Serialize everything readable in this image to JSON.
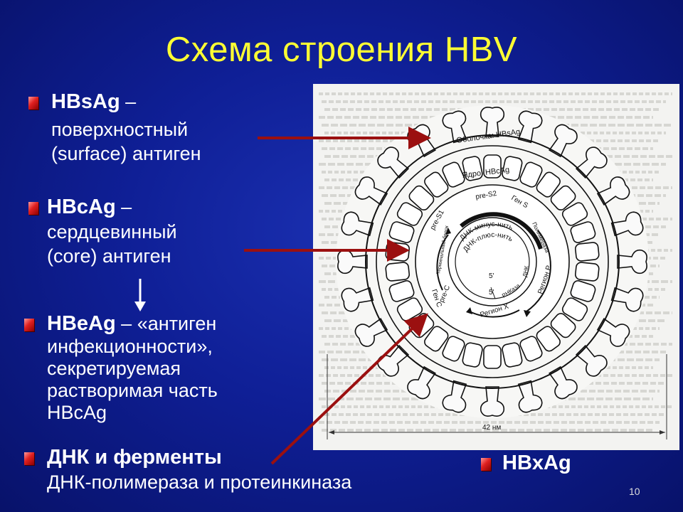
{
  "title": "Схема строения HBV",
  "items": [
    {
      "heading": "HBsAg",
      "text": " –",
      "lines": [
        "поверхностный",
        "(surface) антиген"
      ]
    },
    {
      "heading": "HBcAg",
      "text": " –",
      "lines": [
        "сердцевинный",
        "(core) антиген"
      ]
    },
    {
      "heading": "HBeAg",
      "text": " – «антиген",
      "lines": [
        "инфекционности»,",
        "секретируемая",
        "растворимая часть",
        "HBcAg"
      ]
    },
    {
      "heading": "ДНК и ферменты",
      "text": "",
      "lines": [
        "ДНК-полимераза и протеинкиназа"
      ]
    }
  ],
  "hbxag": "HBxAg",
  "page_number": "10",
  "diagram": {
    "envelope_label": "Оболочка: HBsAg",
    "core_label": "Ядро: HBcAg",
    "pre_s2": "pre-S2",
    "pre_s1": "pre-S1",
    "gene_s": "Ген S",
    "gene_c": "Ген С",
    "pre_c": "pre-C",
    "region_p": "Регион Р",
    "region_x": "Регион Х",
    "dna_minus": "ДНК-минус-нить",
    "dna_plus": "ДНК-плюс-нить",
    "five_prime_a": "5'",
    "five_prime_b": "5'",
    "polymerase": "Полимераза",
    "rnase": "РНКаза",
    "terminal_protein": "Терминальный белок",
    "dna_label": "ДНК",
    "scale": "42 нм"
  },
  "colors": {
    "title": "#ffff33",
    "arrow": "#9b1010",
    "bullet": "#e02020"
  }
}
